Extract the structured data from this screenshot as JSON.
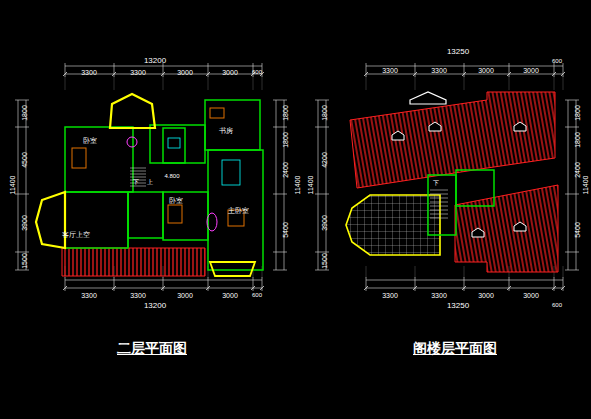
{
  "diagram": {
    "labels": [
      "13200",
      "3300",
      "3300",
      "3000",
      "3000",
      "600",
      "11400",
      "1800",
      "4500",
      "3900",
      "1500",
      "11400",
      "1800",
      "1800",
      "2400",
      "5400",
      "3300",
      "3300",
      "3000",
      "3000",
      "600",
      "13200",
      "卧室",
      "书房",
      "客厅上空",
      "卧室",
      "主卧室",
      "4.800",
      "下",
      "上",
      "二层平面图",
      "13250",
      "3300",
      "3300",
      "3000",
      "3000",
      "600",
      "11400",
      "1800",
      "4200",
      "3900",
      "1500",
      "11400",
      "1800",
      "1800",
      "2400",
      "5400",
      "3300",
      "3300",
      "3000",
      "3000",
      "600",
      "13250",
      "下",
      "阁楼层平面图"
    ]
  }
}
